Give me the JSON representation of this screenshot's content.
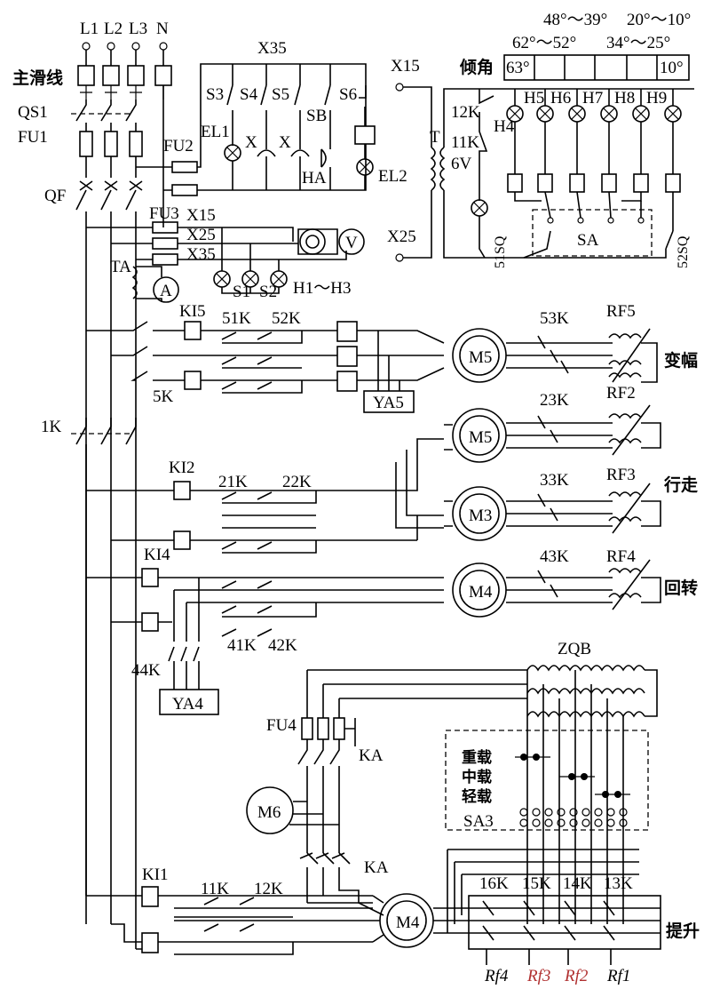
{
  "phases": [
    "L1",
    "L2",
    "L3",
    "N"
  ],
  "power": {
    "main_rail": "主滑线",
    "isolator": "QS1",
    "fuse_main": "FU1",
    "breaker": "QF",
    "current_transformer": "TA",
    "ammeter": "A",
    "contactor_main": "1K",
    "fuse_2": "FU2",
    "fuse_3": "FU3",
    "voltmeter": "V",
    "lamps_h": "H1～H3",
    "switch_s1": "S1",
    "switch_s2": "S2"
  },
  "outlets": [
    "X15",
    "X25",
    "X35"
  ],
  "lighting": {
    "group_label": "X35",
    "switches": [
      "S3",
      "S4",
      "S5",
      "S6"
    ],
    "sb": "SB",
    "lamp_el1": "EL1",
    "lamp_el2": "EL2",
    "socket_x1": "X",
    "socket_x2": "X",
    "horn": "HA"
  },
  "tilt_indicator": {
    "title": "倾角",
    "top_row": [
      "48°～39°",
      "20°～10°"
    ],
    "bottom_row": [
      "62°～52°",
      "34°～25°"
    ],
    "cells": [
      "63°",
      "",
      "",
      "",
      "",
      "10°"
    ],
    "transformer": "T",
    "transformer_voltage": "6V",
    "contacts": [
      "12K",
      "11K"
    ],
    "lamps": [
      "H4",
      "H5",
      "H6",
      "H7",
      "H8",
      "H9"
    ],
    "selector": "SA",
    "limits": [
      "51SQ",
      "52SQ"
    ],
    "outlet": "X15",
    "outlet_2": "X25"
  },
  "luffing": {
    "label": "变幅",
    "relay": "KI5",
    "contactors": [
      "51K",
      "52K",
      "5K",
      "53K"
    ],
    "motor": "M5",
    "brake": "YA5",
    "resistor": "RF5"
  },
  "travel": {
    "label": "行走",
    "relay": "KI2",
    "contactors": [
      "21K",
      "22K",
      "23K",
      "33K"
    ],
    "motors": [
      "M5",
      "M3"
    ],
    "resistors": [
      "RF2",
      "RF3"
    ]
  },
  "slewing": {
    "label": "回转",
    "relay": "KI4",
    "contactors": [
      "41K",
      "42K",
      "43K",
      "44K"
    ],
    "motor": "M4",
    "brake": "YA4",
    "resistor": "RF4"
  },
  "hoist": {
    "label": "提升",
    "relay": "KI1",
    "contactors": [
      "11K",
      "12K",
      "16K",
      "15K",
      "14K",
      "13K"
    ],
    "motor": "M4",
    "pump_motor": "M6",
    "fuse": "FU4",
    "contactor_ka": "KA",
    "contactor_ka2": "KA",
    "autotransformer": "ZQB",
    "load_selector": "SA3",
    "loads": [
      "重载",
      "中载",
      "轻载"
    ],
    "resistors": [
      "Rf4",
      "Rf3",
      "Rf2",
      "Rf1"
    ]
  }
}
